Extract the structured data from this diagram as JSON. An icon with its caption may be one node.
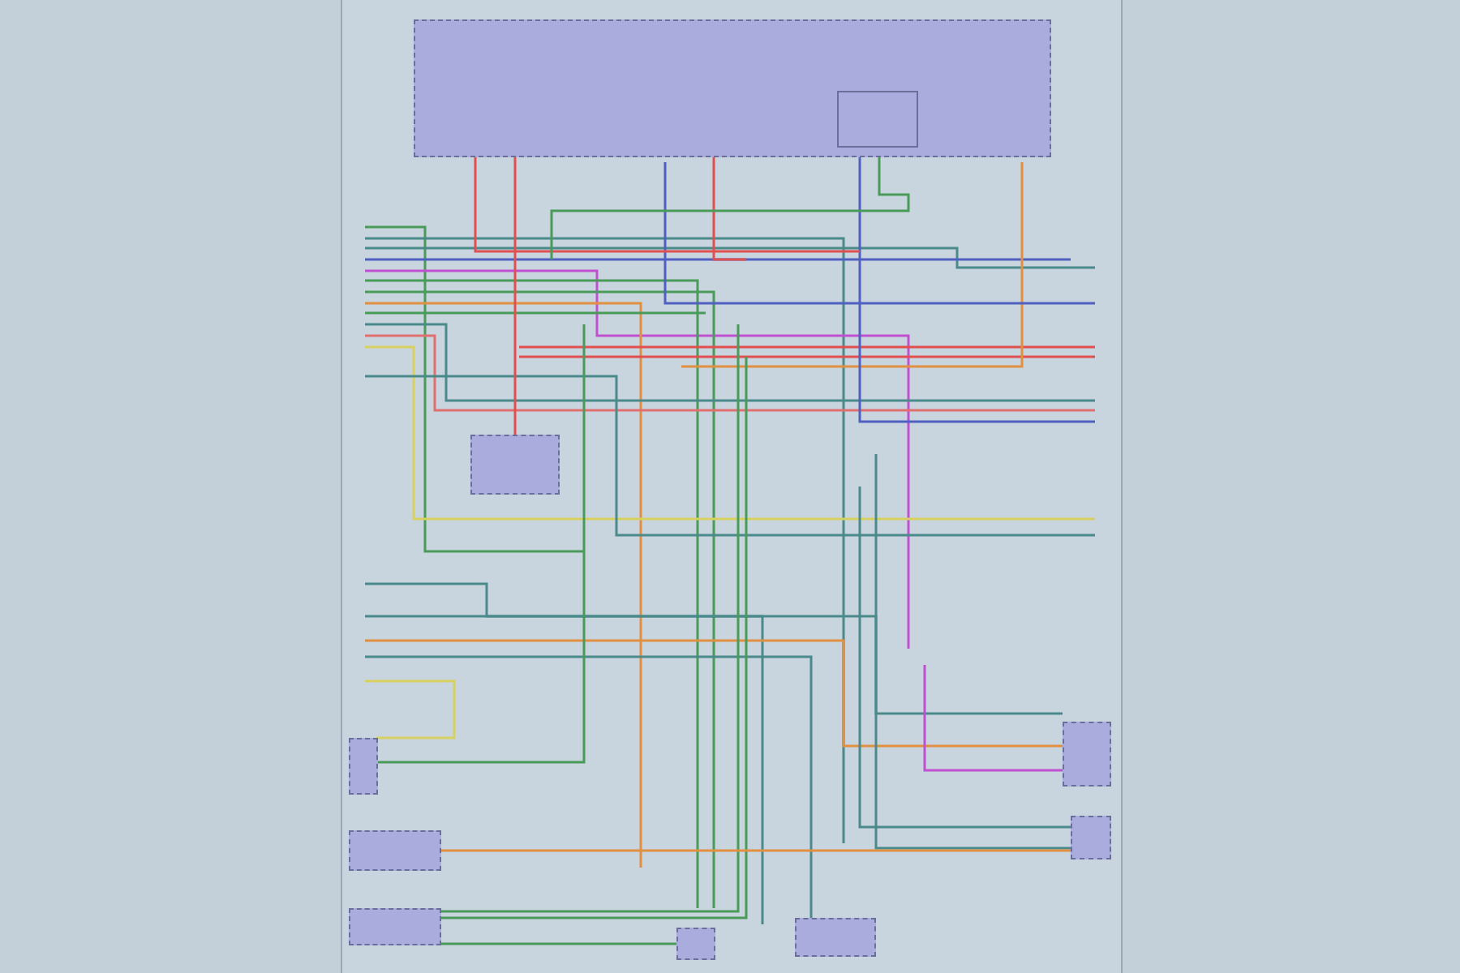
{
  "diagram": {
    "nodes": [
      {
        "text": [],
        "shape": "box"
      },
      {
        "text": [],
        "shape": "box",
        "in": 0
      },
      {
        "text": [],
        "shape": "box"
      },
      {
        "text": [],
        "shape": "box"
      },
      {
        "text": [],
        "shape": "box"
      },
      {
        "text": [],
        "shape": "box"
      },
      {
        "text": [],
        "shape": "box"
      },
      {
        "text": [],
        "shape": "box"
      },
      {
        "text": [],
        "shape": "box"
      },
      {
        "text": [],
        "shape": "box"
      }
    ],
    "edges": [
      {
        "from": 0,
        "to": 2,
        "arrow": "none",
        "color": "#e05050"
      },
      {
        "from": 4,
        "to": 9,
        "arrow": "none",
        "color": "#e09040"
      },
      {
        "from": 5,
        "to": 6,
        "arrow": "none",
        "color": "#4a9a5a"
      }
    ]
  }
}
